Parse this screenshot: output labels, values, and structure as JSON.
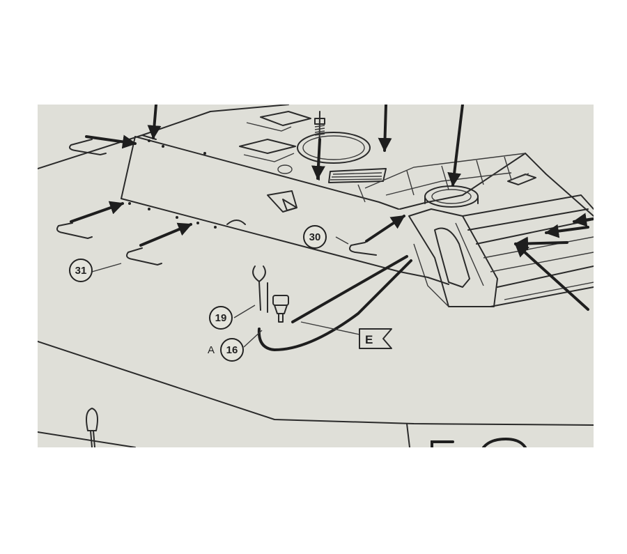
{
  "callouts": {
    "part_31": "31",
    "part_30": "30",
    "part_19": "19",
    "part_16": "16"
  },
  "labels": {
    "variant_letter": "A",
    "flag_letter": "E"
  },
  "colors": {
    "paper": "#dfdfd8",
    "ink": "#222222",
    "background": "#ffffff"
  }
}
